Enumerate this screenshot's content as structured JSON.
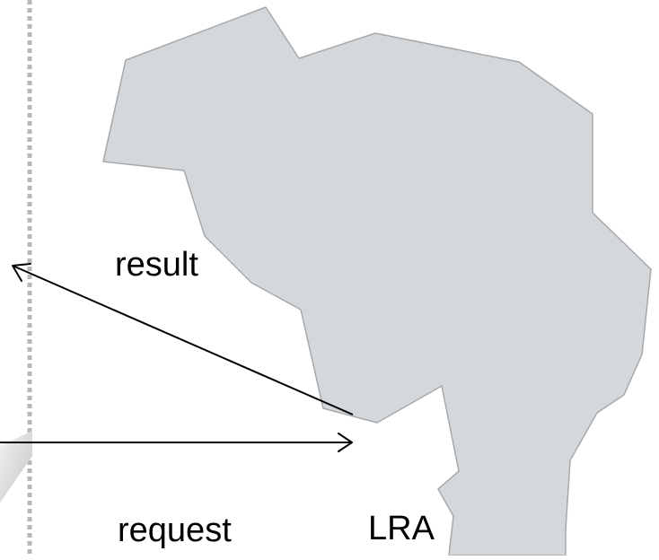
{
  "diagram": {
    "labels": {
      "result": "result",
      "request": "request",
      "region": "LRA"
    },
    "colors": {
      "region_fill": "#d5d8db",
      "region_stroke": "#a6a9ac",
      "arrow": "#000000",
      "divider": "#b8b8b8",
      "incoming_shadow": "#c9c9c9"
    }
  }
}
